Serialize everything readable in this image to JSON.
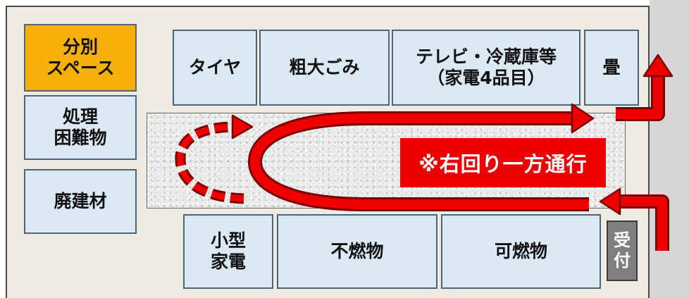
{
  "areas": {
    "sorting_space": "分別\nスペース",
    "hard_to_process": "処理\n困難物",
    "demolition_materials": "廃建材",
    "tires": "タイヤ",
    "oversized_waste": "粗大ごみ",
    "appliances_four": "テレビ・冷蔵庫等\n（家電4品目）",
    "tatami": "畳",
    "small_appliances": "小型\n家電",
    "non_combustible": "不燃物",
    "combustible": "可燃物",
    "reception": "受\n付"
  },
  "notice": {
    "one_way": "※右回り一方通行"
  },
  "colors": {
    "area_fill": "#dbe9f5",
    "sorting_fill": "#f7b00a",
    "reception_fill": "#7f7f7f",
    "arrow": "#ee0000",
    "notice_fill": "#ee0000"
  }
}
